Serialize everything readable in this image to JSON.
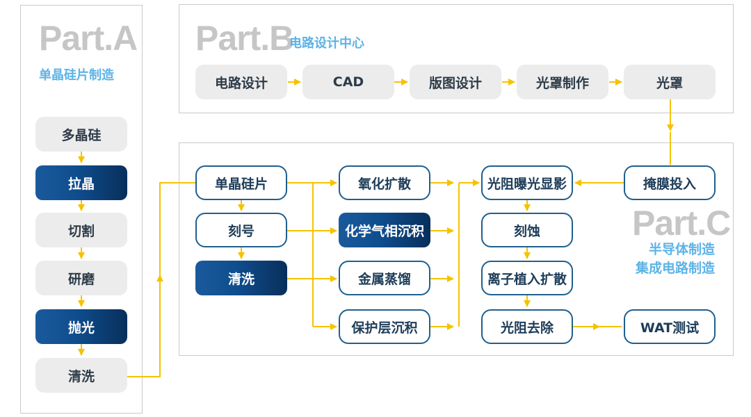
{
  "partA": {
    "title": "Part.A",
    "subtitle": "单晶硅片制造",
    "steps": [
      "多晶硅",
      "拉晶",
      "切割",
      "研磨",
      "抛光",
      "清洗"
    ]
  },
  "partB": {
    "title": "Part.B",
    "subtitle": "电路设计中心",
    "steps": [
      "电路设计",
      "CAD",
      "版图设计",
      "光罩制作",
      "光罩"
    ]
  },
  "partC": {
    "title": "Part.C",
    "subtitle_line1": "半导体制造",
    "subtitle_line2": "集成电路制造",
    "col1": [
      "单晶硅片",
      "刻号",
      "清洗"
    ],
    "col2": [
      "氧化扩散",
      "化学气相沉积",
      "金属蒸馏",
      "保护层沉积"
    ],
    "col3": [
      "光阻曝光显影",
      "刻蚀",
      "离子植入扩散",
      "光阻去除"
    ],
    "col4": [
      "掩膜投入",
      "WAT测试"
    ]
  },
  "colors": {
    "arrow": "#f5c200",
    "dark_box": "#0f4d8d",
    "outline": "#1f5f8f",
    "grey_box": "#ececec",
    "subtitle": "#5db3e6",
    "part_title": "#c6c6c6"
  }
}
